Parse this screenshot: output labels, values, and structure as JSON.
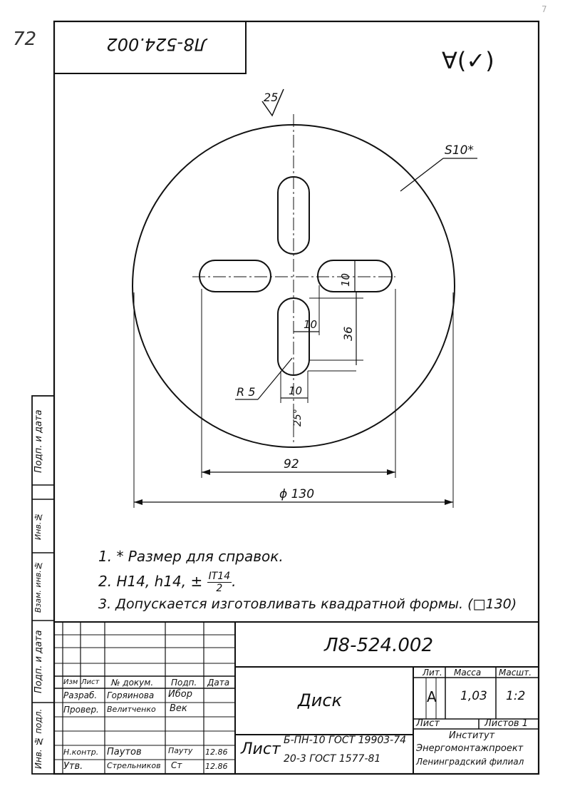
{
  "sheet": {
    "corner_number": "72",
    "top_right_mark": "7",
    "header_code": "Л8-524.002",
    "roughness_symbol": "∀(✓)"
  },
  "side_labels": {
    "sign_date_1": "Подп. и дата",
    "inv_no_1": "Инв.№ ",
    "substitute_inv": "Взам. инв.№",
    "sign_date_2": "Подп. и дата",
    "inv_no_orig": "Инв. № подл."
  },
  "drawing": {
    "dim_top_25": "25",
    "material_label": "S10*",
    "dim_10_right": "10",
    "dim_10_inner": "10",
    "dim_36": "36",
    "dim_r5": "R 5",
    "dim_10_bottom": "10",
    "dim_25_bottom": "25°",
    "dim_92": "92",
    "dim_130": "ϕ 130"
  },
  "notes": {
    "note1": "1. * Размер для справок.",
    "note2_prefix": "2. H14, h14, ±",
    "note2_num": "IT14",
    "note2_den": "2",
    "note3": "3. Допускается изготовливать квадратной формы. (□130)"
  },
  "title_block": {
    "doc_code": "Л8-524.002",
    "part_name": "Диск",
    "col_izm": "Изм",
    "col_list": "Лист",
    "col_doc_no": "№ докум.",
    "col_sign": "Подп.",
    "col_date": "Дата",
    "role_developed": "Разраб.",
    "name_developed": "Горяинова",
    "sign_developed": "Ибор",
    "role_checked": "Провер.",
    "name_checked": "Велитченко",
    "sign_checked": "Век",
    "role_norm": "Н.контр.",
    "name_norm": "Паутов",
    "sign_norm": "Пауту",
    "date_norm": "12.86",
    "role_approved": "Утв.",
    "name_approved": "Стрельников",
    "sign_approved": "Ст",
    "date_approved": "12.86",
    "lit_label": "Лит.",
    "mass_label": "Масса",
    "scale_label": "Масшт.",
    "lit_value": "А",
    "mass_value": "1,03",
    "scale_value": "1:2",
    "sheet_label": "Лист",
    "sheets_label": "Листов 1",
    "material_word": "Лист",
    "material_line1": "Б-ПН-10 ГОСТ 19903-74",
    "material_line2": "20-3 ГОСТ 1577-81",
    "org_line1": "Институт",
    "org_line2": "Энергомонтажпроект",
    "org_line3": "Ленинградский филиал"
  }
}
